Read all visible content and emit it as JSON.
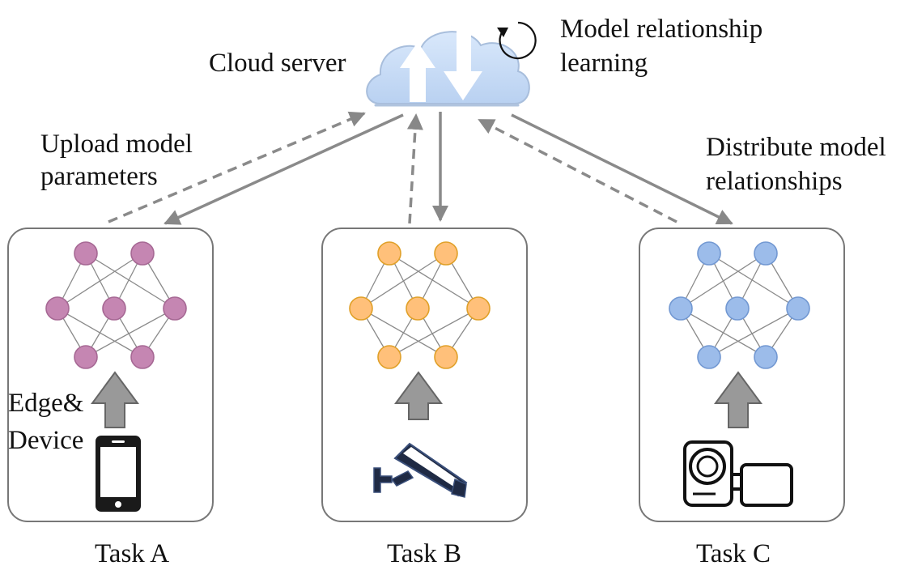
{
  "labels": {
    "cloud_server": "Cloud server",
    "model_relationship_line1": "Model relationship",
    "model_relationship_line2": "learning",
    "upload_line1": "Upload model",
    "upload_line2": "parameters",
    "distribute_line1": "Distribute model",
    "distribute_line2": "relationships",
    "edge_line1": "Edge&",
    "edge_line2": "Device"
  },
  "tasks": [
    {
      "name": "Task A",
      "node_color": "#c586b2",
      "node_stroke": "#a66894",
      "device_icon": "smartphone-icon"
    },
    {
      "name": "Task B",
      "node_color": "#ffc07a",
      "node_stroke": "#e0a028",
      "device_icon": "security-camera-icon"
    },
    {
      "name": "Task C",
      "node_color": "#9cbcea",
      "node_stroke": "#7298d2",
      "device_icon": "video-camera-icon"
    }
  ],
  "icons": {
    "cloud": "cloud-upload-download-icon",
    "refresh": "circular-arrow-icon"
  },
  "colors": {
    "arrow": "#8a8a8a",
    "cloud_fill": "#cfe1f8",
    "box_stroke": "#777777"
  }
}
